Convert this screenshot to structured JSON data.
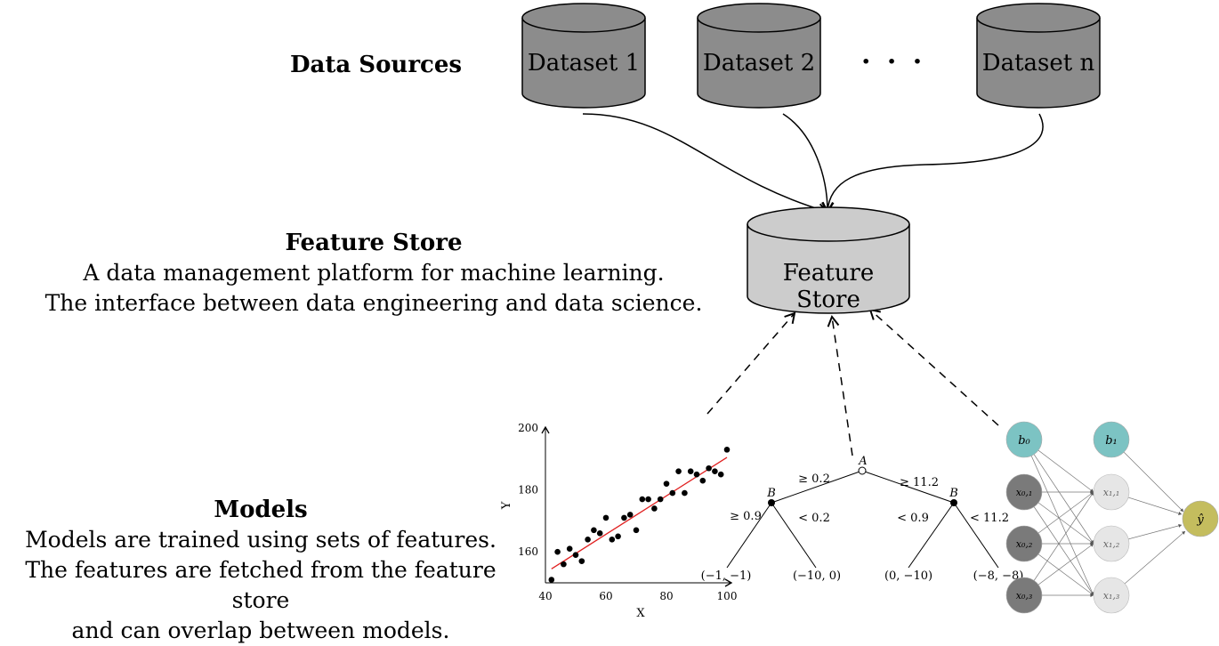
{
  "data_sources": {
    "heading": "Data Sources",
    "datasets": [
      "Dataset 1",
      "Dataset 2",
      "Dataset n"
    ],
    "ellipsis": "· · ·"
  },
  "feature_store": {
    "heading": "Feature Store",
    "line1": "A data management platform for machine learning.",
    "line2": "The interface between data engineering and data science.",
    "cylinder_label": "Feature Store"
  },
  "models": {
    "heading": "Models",
    "line1": "Models are trained using sets of features.",
    "line2": "The features are fetched from the feature store",
    "line3": "and can overlap between models."
  },
  "colors": {
    "dataset_fill": "#8c8c8c",
    "store_fill": "#cccccc",
    "regression_line": "#e02020",
    "bias_node": "#7cc3c3",
    "input_node": "#7a7a7a",
    "hidden_node": "#e6e6e6",
    "output_node": "#c4bd5e"
  },
  "chart_data": {
    "type": "scatter",
    "xlabel": "X",
    "ylabel": "Y",
    "xlim": [
      40,
      100
    ],
    "ylim": [
      150,
      200
    ],
    "x_ticks": [
      "40",
      "60",
      "80",
      "100"
    ],
    "y_ticks": [
      "160",
      "180",
      "200"
    ],
    "points": [
      [
        42,
        151
      ],
      [
        44,
        160
      ],
      [
        46,
        156
      ],
      [
        48,
        161
      ],
      [
        50,
        159
      ],
      [
        52,
        157
      ],
      [
        54,
        164
      ],
      [
        56,
        167
      ],
      [
        58,
        166
      ],
      [
        60,
        171
      ],
      [
        62,
        164
      ],
      [
        64,
        165
      ],
      [
        66,
        171
      ],
      [
        68,
        172
      ],
      [
        70,
        167
      ],
      [
        72,
        177
      ],
      [
        74,
        177
      ],
      [
        76,
        174
      ],
      [
        78,
        177
      ],
      [
        80,
        182
      ],
      [
        82,
        179
      ],
      [
        84,
        186
      ],
      [
        86,
        179
      ],
      [
        88,
        186
      ],
      [
        90,
        185
      ],
      [
        92,
        183
      ],
      [
        94,
        187
      ],
      [
        96,
        186
      ],
      [
        98,
        185
      ],
      [
        100,
        193
      ]
    ],
    "fit_line": [
      [
        42,
        154.5
      ],
      [
        100,
        190.5
      ]
    ]
  },
  "tree": {
    "root": "A",
    "left_node": "B",
    "right_node": "B",
    "edge_root_left": "≥ 0.2",
    "edge_root_right": "≥ 11.2",
    "edge_ll": "≥ 0.9",
    "edge_lr": "< 0.2",
    "edge_rl": "< 0.9",
    "edge_rr": "< 11.2",
    "leaves": [
      "(−1, −1)",
      "(−10, 0)",
      "(0, −10)",
      "(−8, −8)"
    ]
  },
  "network": {
    "bias_input": "b₀",
    "bias_hidden": "b₁",
    "inputs": [
      "x₀,₁",
      "x₀,₂",
      "x₀,₃"
    ],
    "hidden": [
      "x₁,₁",
      "x₁,₂",
      "x₁,₃"
    ],
    "output": "ŷ"
  }
}
